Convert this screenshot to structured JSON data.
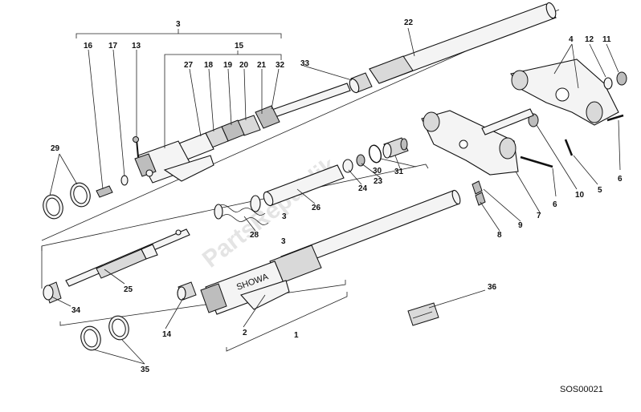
{
  "callouts": {
    "c1": "1",
    "c2": "2",
    "c3a": "3",
    "c3b": "3",
    "c3c": "3",
    "c4": "4",
    "c5": "5",
    "c6a": "6",
    "c6b": "6",
    "c7": "7",
    "c8": "8",
    "c9": "9",
    "c10": "10",
    "c11": "11",
    "c12": "12",
    "c13": "13",
    "c14": "14",
    "c15": "15",
    "c16": "16",
    "c17": "17",
    "c18": "18",
    "c19": "19",
    "c20": "20",
    "c21": "21",
    "c22": "22",
    "c23": "23",
    "c24": "24",
    "c25": "25",
    "c26": "26",
    "c27": "27",
    "c28": "28",
    "c29": "29",
    "c30": "30",
    "c31": "31",
    "c32": "32",
    "c33": "33",
    "c34": "34",
    "c35": "35",
    "c36": "36"
  },
  "drawing_code": "SOS00021",
  "watermark": "PartsRepublik",
  "slider_brand": "SHOWA"
}
